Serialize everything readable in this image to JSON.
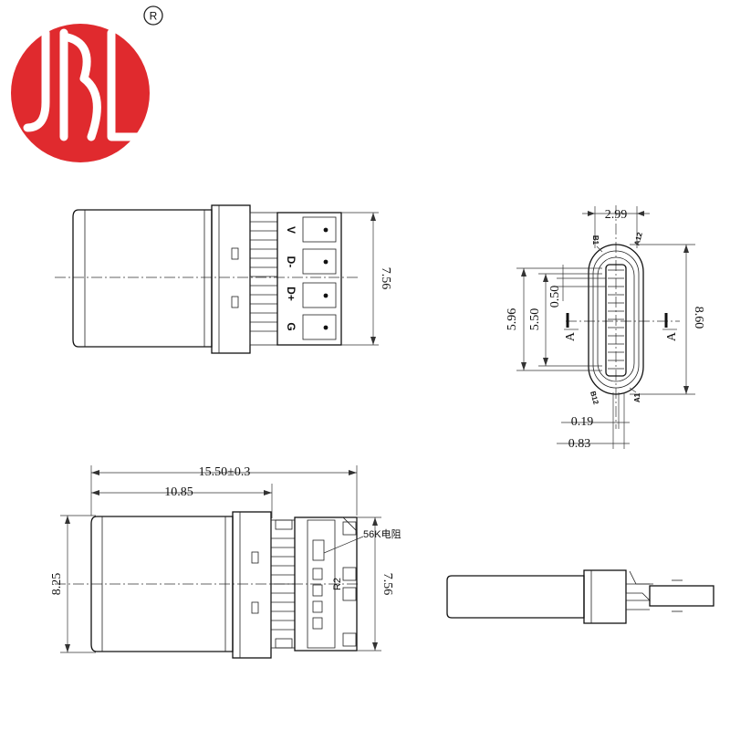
{
  "logo": {
    "text": "JBL",
    "registered_mark": "R",
    "color": "#e02a2e"
  },
  "top_view": {
    "pin_labels": [
      "V",
      "D-",
      "D+",
      "G"
    ],
    "height_dim": "7.56"
  },
  "end_view": {
    "width_dim": "2.99",
    "height_dim": "8.60",
    "outer_dim": "5.96",
    "inner_dim": "5.50",
    "pitch_dim": "0.50",
    "pin_width_dim": "0.19",
    "pin_span_dim": "0.83",
    "pin_labels": {
      "b1": "B1",
      "a12": "A12",
      "b12": "B12",
      "a1": "A1"
    },
    "section_label": "A"
  },
  "bottom_view": {
    "total_length_dim": "15.50±0.3",
    "shell_length_dim": "10.85",
    "height_dim": "8.25",
    "board_height_dim": "7.56",
    "resistor_note": "56K电阻",
    "resistor_ref": "R2"
  }
}
